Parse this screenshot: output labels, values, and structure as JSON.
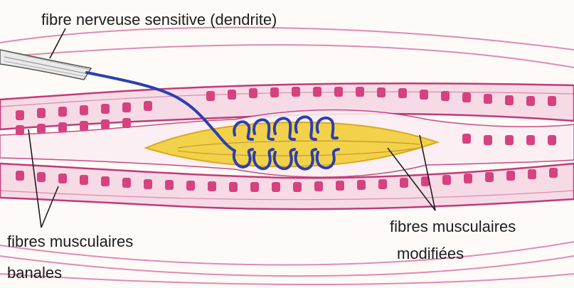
{
  "labels": {
    "nerve_fiber": "fibre nerveuse sensitive (dendrite)",
    "ordinary_fibers_line1": "fibres musculaires",
    "ordinary_fibers_line2": "banales",
    "modified_fibers_line1": "fibres musculaires",
    "modified_fibers_line2": "modifiées"
  },
  "colors": {
    "background": "#fdfaf8",
    "fiber_outline": "#c23a77",
    "fiber_fill": "#f6dbe6",
    "striation": "#d6427f",
    "spindle_fill": "#f2d24a",
    "spindle_outline": "#d9a91e",
    "nerve_coil": "#2a3fb0",
    "nerve_sheath": "#e9e9e9",
    "leader_line": "#1d1d1d"
  }
}
